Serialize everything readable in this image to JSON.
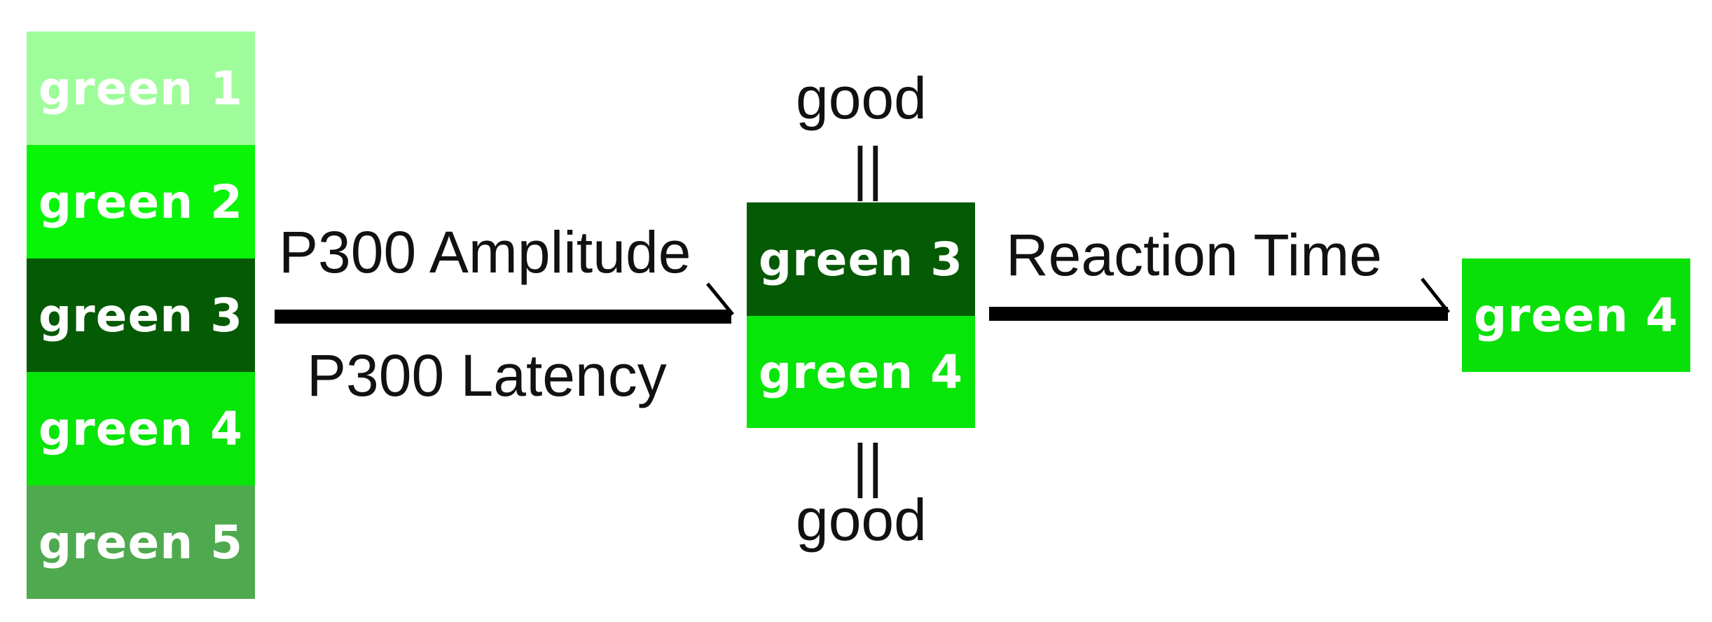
{
  "left_stack": [
    {
      "label": "green 1",
      "color": "#9efd9a"
    },
    {
      "label": "green 2",
      "color": "#08f508"
    },
    {
      "label": "green 3",
      "color": "#055a05"
    },
    {
      "label": "green 4",
      "color": "#08e508"
    },
    {
      "label": "green 5",
      "color": "#4faa4f"
    }
  ],
  "middle_stack": [
    {
      "label": "green 3",
      "color": "#055a05"
    },
    {
      "label": "green 4",
      "color": "#08e508"
    }
  ],
  "result": {
    "label": "green 4",
    "color": "#08e008"
  },
  "arrow1": {
    "top_label": "P300 Amplitude",
    "bottom_label": "P300 Latency"
  },
  "arrow2": {
    "top_label": "Reaction Time"
  },
  "annotations": {
    "top_word": "good",
    "top_symbol": "||",
    "bottom_symbol": "||",
    "bottom_word": "good"
  }
}
